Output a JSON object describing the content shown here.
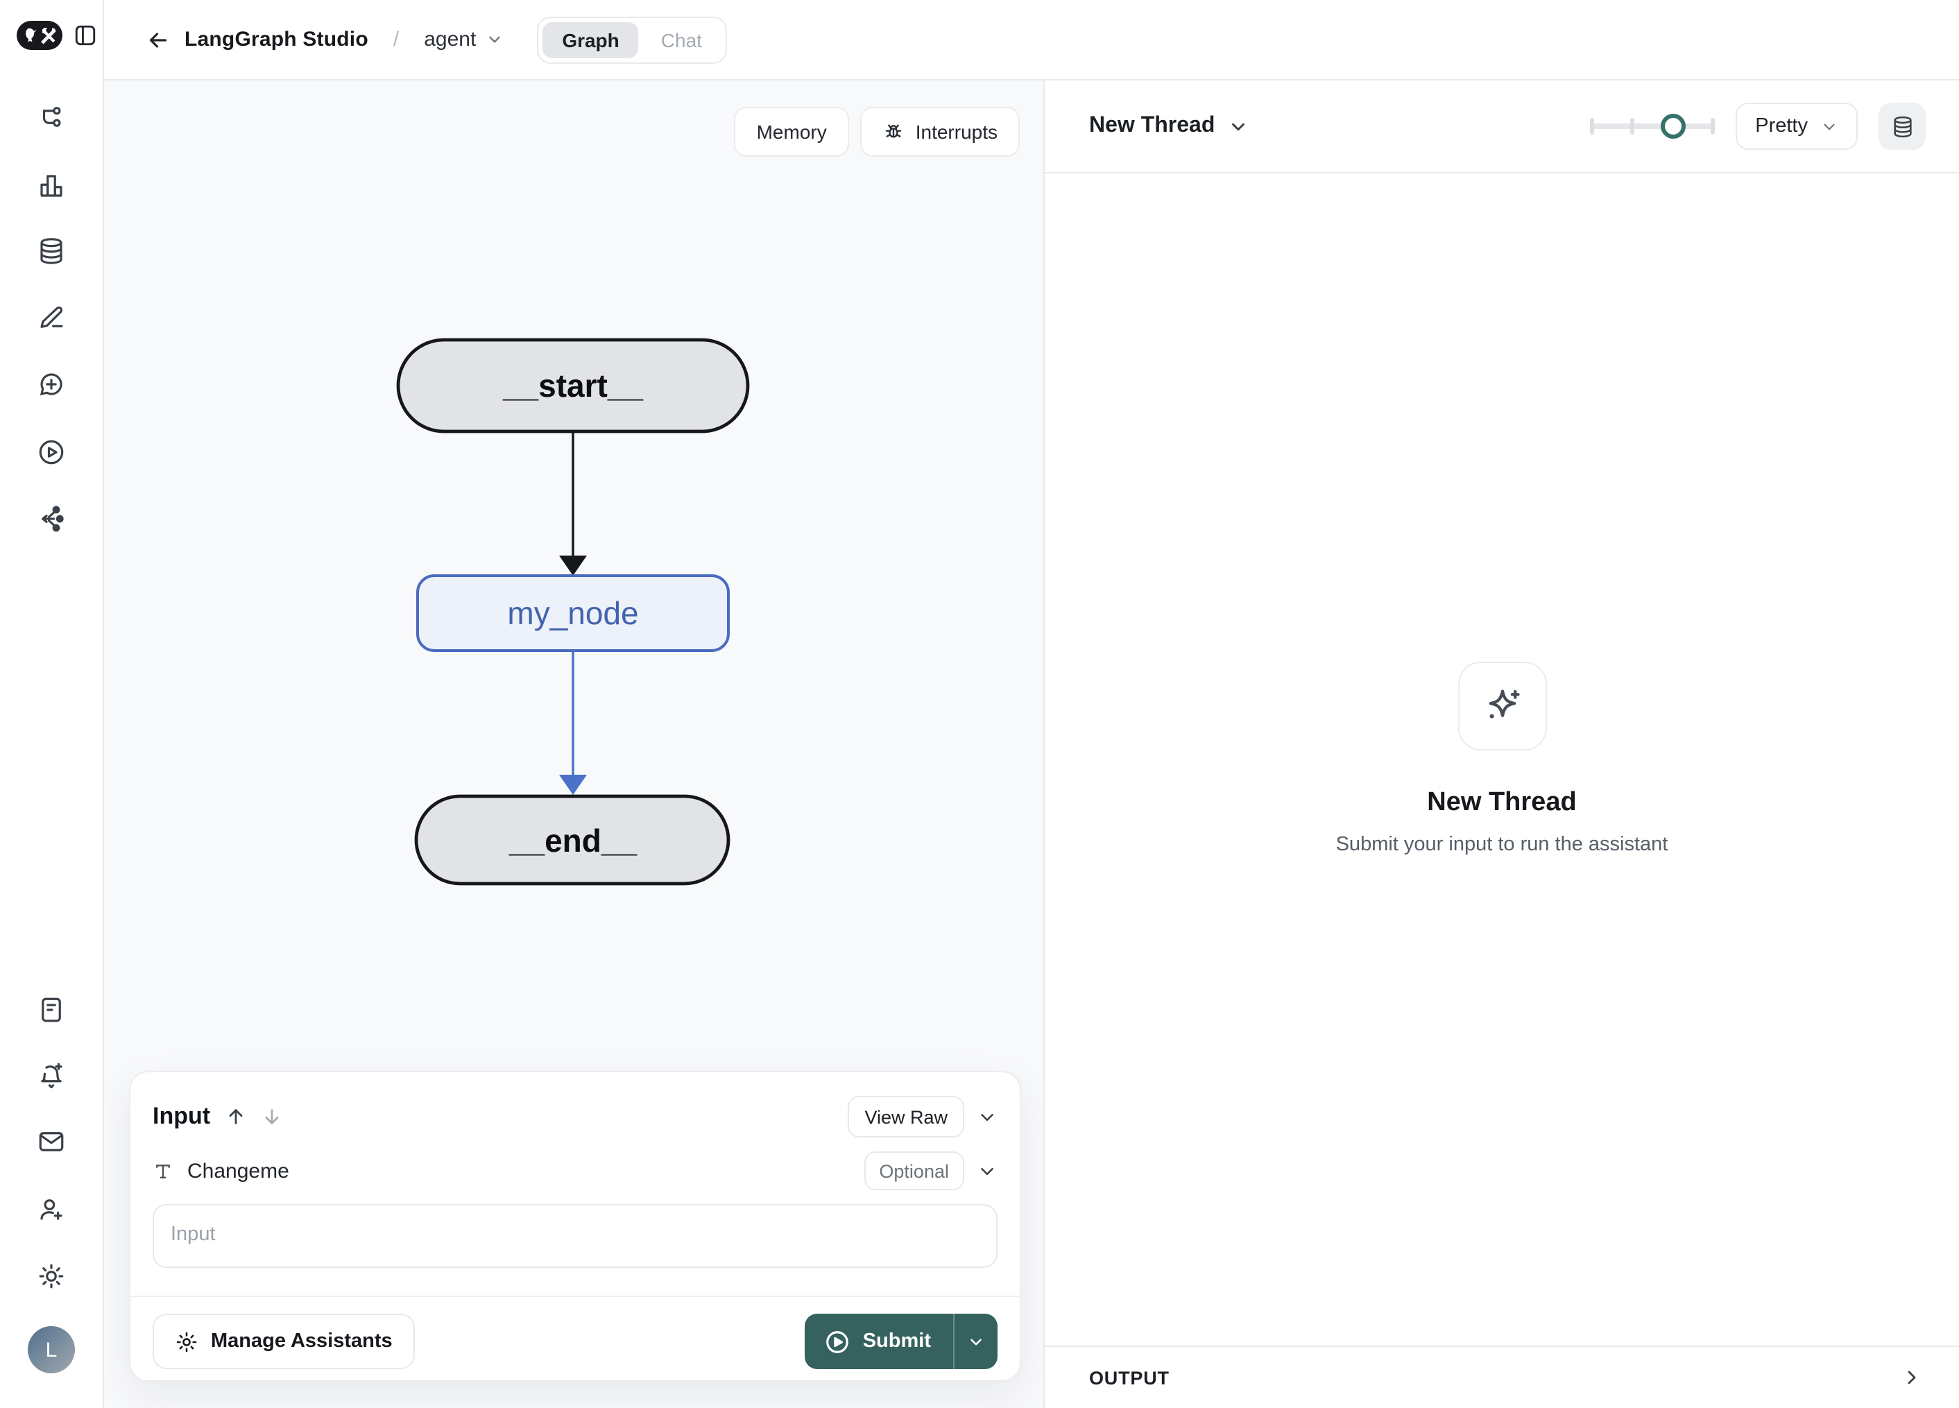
{
  "topbar": {
    "app_title": "LangGraph Studio",
    "breadcrumb_separator": "/",
    "agent_name": "agent",
    "tabs": [
      {
        "label": "Graph",
        "active": true
      },
      {
        "label": "Chat",
        "active": false
      }
    ]
  },
  "graph": {
    "memory_button": "Memory",
    "interrupts_button": "Interrupts",
    "nodes": [
      {
        "id": "start",
        "label": "__start__",
        "type": "terminal"
      },
      {
        "id": "my_node",
        "label": "my_node",
        "type": "task"
      },
      {
        "id": "end",
        "label": "__end__",
        "type": "terminal"
      }
    ],
    "edges": [
      {
        "from": "__start__",
        "to": "my_node",
        "color": "#15171a"
      },
      {
        "from": "my_node",
        "to": "__end__",
        "color": "#4a72c8"
      }
    ]
  },
  "input_panel": {
    "title": "Input",
    "view_raw_label": "View Raw",
    "field": {
      "label": "Changeme",
      "badge": "Optional",
      "placeholder": "Input",
      "value": ""
    },
    "manage_assistants_label": "Manage Assistants",
    "submit_label": "Submit"
  },
  "thread_panel": {
    "header": "New Thread",
    "render_mode": "Pretty",
    "empty_state": {
      "title": "New Thread",
      "subtitle": "Submit your input to run the assistant"
    },
    "output_label": "OUTPUT"
  },
  "sidebar": {
    "avatar_initial": "L"
  },
  "colors": {
    "accent_teal": "#35625f",
    "node_blue": "#4a6cbe",
    "terminal_fill": "#e2e3e5",
    "canvas_bg": "#f8f9fb"
  }
}
